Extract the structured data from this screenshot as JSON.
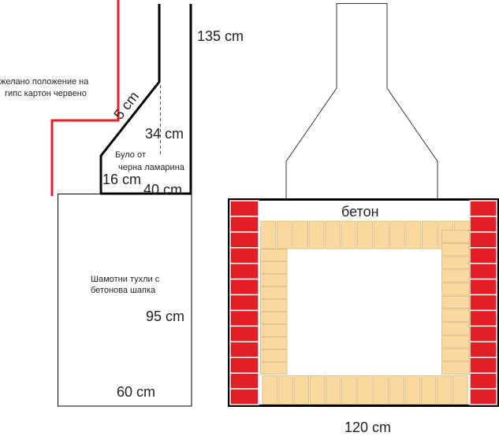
{
  "left_view": {
    "labels": {
      "chimney_height": "135 cm",
      "gypsum_note_line1": "желано положение на",
      "gypsum_note_line2": "гипс картон червено",
      "slope_length": "5 cm",
      "hood_height": "34 cm",
      "hood_material_line1": "Було от",
      "hood_material_line2": "черна ламарина",
      "hood_front_height": "16 cm",
      "hood_depth": "40 cm",
      "base_material_line1": "Шамотни тухли с",
      "base_material_line2": "бетонова шапка",
      "base_height": "95 cm",
      "base_depth": "60 cm"
    }
  },
  "front_view": {
    "labels": {
      "concrete": "бетон",
      "total_width": "120 cm"
    }
  },
  "colors": {
    "gypsum_line": "#e0202a",
    "red_brick": "#e31e24",
    "firebrick": "#fad89e",
    "firebrick_edge": "#d9b57c",
    "outline": "#000000"
  }
}
